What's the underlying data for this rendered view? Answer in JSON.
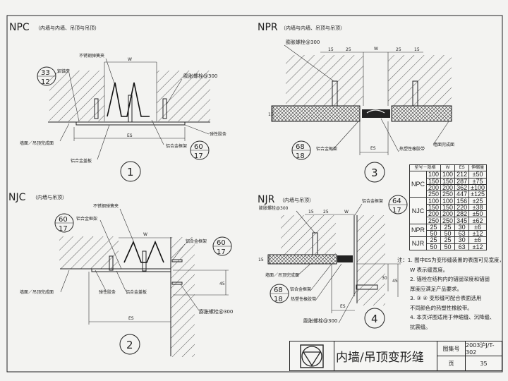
{
  "details": [
    {
      "id": "1",
      "title": "NPC",
      "subtitle": "（内墙与内墙、吊顶与吊顶）",
      "labels": {
        "spring": "不锈钢弹簧夹",
        "anchor_clip": "铝锚夹",
        "bolt": "膨胀螺栓@300",
        "surface": "墙面／吊顶完成面",
        "cover": "铝合金盖板",
        "frame": "铝合金框架",
        "strip": "弹性胶条",
        "w": "W",
        "es": "ES"
      },
      "refs": [
        {
          "top": "33",
          "bottom": "12"
        },
        {
          "top": "60",
          "bottom": "17"
        }
      ]
    },
    {
      "id": "2",
      "title": "NJC",
      "subtitle": "（内墙与吊顶）",
      "labels": {
        "spring": "不锈钢弹簧夹",
        "frame_left": "铝合金框架",
        "frame_right": "铝合金框架",
        "surface": "墙面／吊顶完成面",
        "strip": "弹性胶条",
        "cover": "铝合金盖板",
        "bolt": "膨胀螺栓@300",
        "w": "W",
        "es": "ES",
        "dim45": "45"
      },
      "refs": [
        {
          "top": "60",
          "bottom": "17"
        },
        {
          "top": "60",
          "bottom": "17"
        }
      ]
    },
    {
      "id": "3",
      "title": "NPR",
      "subtitle": "（内墙与内墙、吊顶与吊顶）",
      "labels": {
        "bolt": "膨胀螺栓@300",
        "frame": "铝合金框架",
        "rubber": "热塑性橡胶带",
        "surface": "墙面完成面",
        "w": "W",
        "es": "ES",
        "d15a": "15",
        "d25a": "25",
        "d25b": "25",
        "d15b": "15",
        "d15v": "15"
      },
      "refs": [
        {
          "top": "68",
          "bottom": "18"
        }
      ]
    },
    {
      "id": "4",
      "title": "NJR",
      "subtitle": "（内墙与吊顶）",
      "labels": {
        "bolt_top": "膨胀螺栓@300",
        "frame_top": "铝合金框架",
        "surface": "墙面／吊顶完成面",
        "frame": "铝合金框架",
        "rubber": "热塑性橡胶带",
        "bolt_bottom": "膨胀螺栓@300",
        "w": "W",
        "es": "ES",
        "d15": "15",
        "d25": "25",
        "d15v": "15",
        "d30": "30",
        "d45": "45"
      },
      "refs": [
        {
          "top": "64",
          "bottom": "17"
        },
        {
          "top": "68",
          "bottom": "18"
        }
      ]
    }
  ],
  "table": {
    "headers": [
      "型号－规格",
      "W",
      "ES",
      "伸缩量"
    ],
    "groups": [
      {
        "model": "NPC",
        "rows": [
          [
            "100",
            "212",
            "±50"
          ],
          [
            "150",
            "287",
            "±75"
          ],
          [
            "200",
            "362",
            "±100"
          ],
          [
            "250",
            "447",
            "±125"
          ]
        ],
        "sizes": [
          "100",
          "150",
          "200",
          "250"
        ]
      },
      {
        "model": "NJC",
        "rows": [
          [
            "100",
            "156",
            "±25"
          ],
          [
            "150",
            "220",
            "±38"
          ],
          [
            "200",
            "282",
            "±50"
          ],
          [
            "250",
            "345",
            "±62"
          ]
        ],
        "sizes": [
          "100",
          "150",
          "200",
          "250"
        ]
      },
      {
        "model": "NPR",
        "rows": [
          [
            "25",
            "30",
            "±6"
          ],
          [
            "50",
            "63",
            "±12"
          ]
        ],
        "sizes": [
          "25",
          "50"
        ]
      },
      {
        "model": "NJR",
        "rows": [
          [
            "25",
            "30",
            "±6"
          ],
          [
            "50",
            "63",
            "±12"
          ]
        ],
        "sizes": [
          "25",
          "50"
        ]
      }
    ]
  },
  "notes": {
    "prefix": "注：",
    "items": [
      "1. 图中ES为变形缝装置的表面可见宽度，",
      "   W 表示缝宽度。",
      "2. 锚栓在结构内的锚固深度和锚固",
      "   厚度应满足产品要求。",
      "3. ③ ④ 变形缝可配合表面选用",
      "   不同颜色的热塑性橡胶带。",
      "4. 本页详图适用于伸缩缝、沉降缝、",
      "   抗震缝。"
    ]
  },
  "title_block": {
    "title": "内墙/吊顶变形缝",
    "atlas_label": "图集号",
    "atlas_no": "2003沪J/T-302",
    "page_label": "页",
    "page_no": "35"
  }
}
